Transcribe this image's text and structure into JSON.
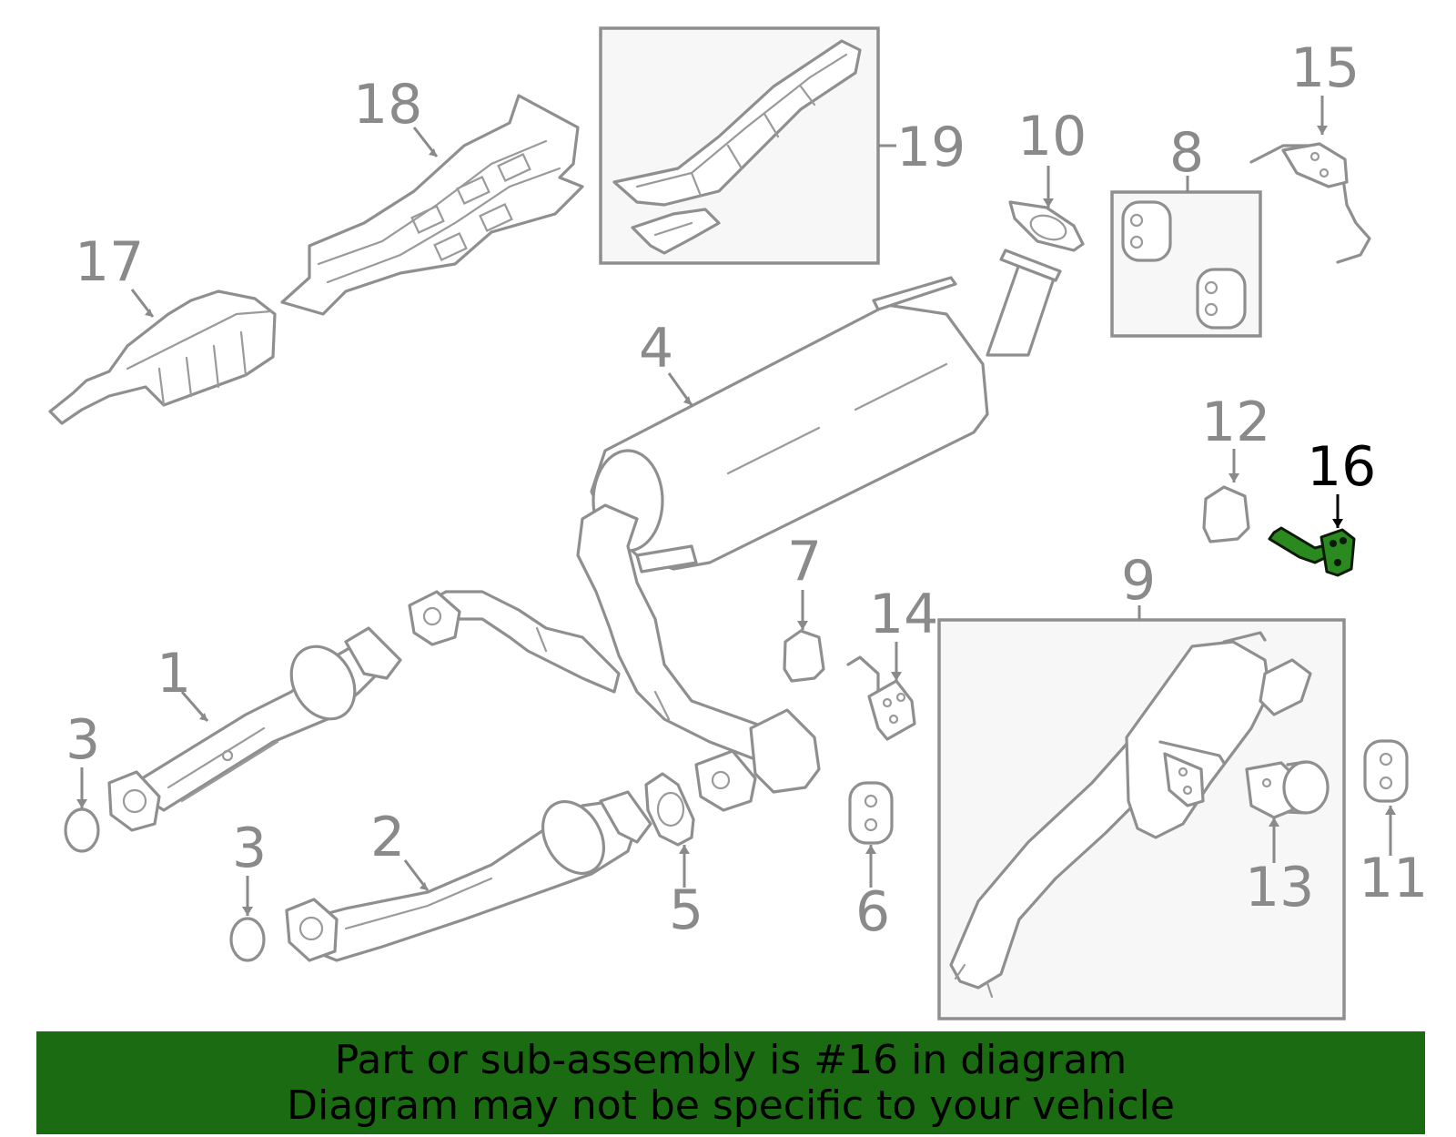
{
  "callouts": {
    "c1": "1",
    "c2": "2",
    "c3a": "3",
    "c3b": "3",
    "c4": "4",
    "c5": "5",
    "c6": "6",
    "c7": "7",
    "c8": "8",
    "c9": "9",
    "c10": "10",
    "c11": "11",
    "c12": "12",
    "c13": "13",
    "c14": "14",
    "c15": "15",
    "c16": "16",
    "c17": "17",
    "c18": "18",
    "c19": "19"
  },
  "highlighted_part": "16",
  "colors": {
    "highlight": "#2b8a1f",
    "banner": "#1b6b12",
    "line": "#8f8f8f"
  },
  "banner": {
    "line1": "Part or sub-assembly is #16 in diagram",
    "line2": "Diagram may not be specific to your vehicle"
  }
}
